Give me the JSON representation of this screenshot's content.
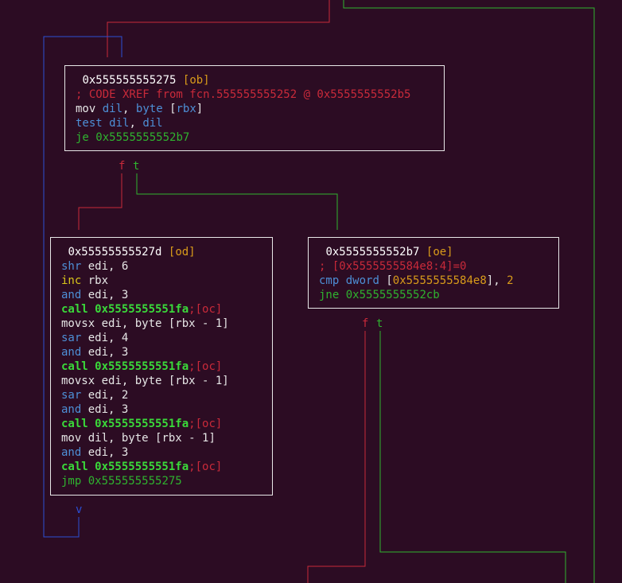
{
  "colors": {
    "background": "#2c0c23",
    "true_edge": "#2fb32f",
    "false_edge": "#c92a3a",
    "jump_edge": "#2b4fd6"
  },
  "node_ob": {
    "addr": "0x555555555275",
    "tag": "[ob]",
    "comment": "; CODE XREF from fcn.555555555252 @ 0x5555555552b5",
    "l1_mn": "mov",
    "l1_a": "dil",
    "l1_c": ",",
    "l1_b": "byte",
    "l1_d": "[",
    "l1_e": "rbx",
    "l1_f": "]",
    "l2_mn": "test",
    "l2_a": "dil",
    "l2_c": ",",
    "l2_b": "dil",
    "l3_mn": "je",
    "l3_a": "0x5555555552b7"
  },
  "node_od": {
    "addr": "0x55555555527d",
    "tag": "[od]",
    "lines": [
      {
        "mn": "shr",
        "args": " edi, 6"
      },
      {
        "mn": "inc",
        "args": " rbx"
      },
      {
        "mn": "and",
        "args": " edi, 3"
      },
      {
        "mn": "call",
        "args": " 0x5555555551fa",
        "note": ";[oc]"
      },
      {
        "mn": "movsx",
        "args": " edi, byte [rbx - 1]"
      },
      {
        "mn": "sar",
        "args": " edi, 4"
      },
      {
        "mn": "and",
        "args": " edi, 3"
      },
      {
        "mn": "call",
        "args": " 0x5555555551fa",
        "note": ";[oc]"
      },
      {
        "mn": "movsx",
        "args": " edi, byte [rbx - 1]"
      },
      {
        "mn": "sar",
        "args": " edi, 2"
      },
      {
        "mn": "and",
        "args": " edi, 3"
      },
      {
        "mn": "call",
        "args": " 0x5555555551fa",
        "note": ";[oc]"
      },
      {
        "mn": "mov",
        "args": " dil, byte [rbx - 1]"
      },
      {
        "mn": "and",
        "args": " edi, 3"
      },
      {
        "mn": "call",
        "args": " 0x5555555551fa",
        "note": ";[oc]"
      },
      {
        "mn": "jmp",
        "args": " 0x555555555275"
      }
    ]
  },
  "node_oe": {
    "addr": "0x5555555552b7",
    "tag": "[oe]",
    "comment": "; [0x5555555584e8:4]=0",
    "l1_mn": "cmp",
    "l1_a": "dword",
    "l1_b": "[",
    "l1_c": "0x5555555584e8",
    "l1_d": "], ",
    "l1_e": "2",
    "l2_mn": "jne",
    "l2_a": "0x5555555552cb"
  },
  "edge_labels": {
    "f": "f",
    "t": "t",
    "v": "v"
  }
}
